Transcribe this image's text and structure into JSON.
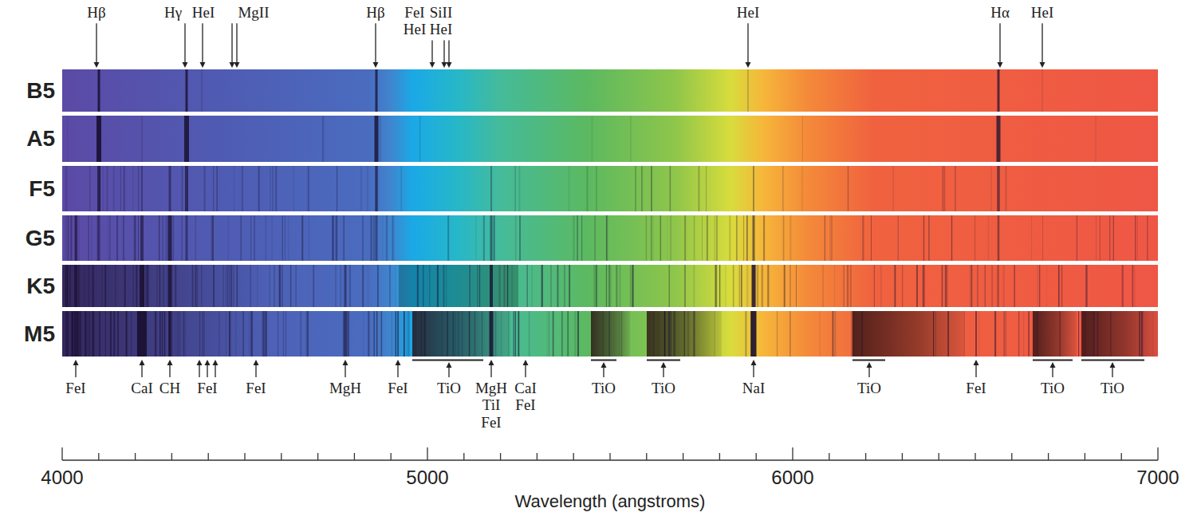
{
  "diagram": {
    "nodes": [
      {
        "text": [
          "B5"
        ]
      },
      {
        "text": [
          "A5"
        ]
      },
      {
        "text": [
          "F5"
        ]
      },
      {
        "text": [
          "G5"
        ]
      },
      {
        "text": [
          "K5"
        ]
      },
      {
        "text": [
          "M5"
        ]
      }
    ],
    "labels": [
      "Hβ",
      "Hγ",
      "HeI",
      "MgII",
      "Hβ",
      "FeI HeI",
      "SiII HeI",
      "HeI",
      "Hα",
      "HeI",
      "FeI",
      "CaI",
      "CH",
      "FeI",
      "FeI",
      "MgH",
      "FeI",
      "TiO",
      "MgH TiI FeI",
      "CaI FeI",
      "TiO",
      "TiO",
      "NaI",
      "TiO",
      "FeI",
      "TiO",
      "TiO",
      "4000",
      "5000",
      "6000",
      "7000",
      "Wavelength (angstroms)"
    ]
  }
}
